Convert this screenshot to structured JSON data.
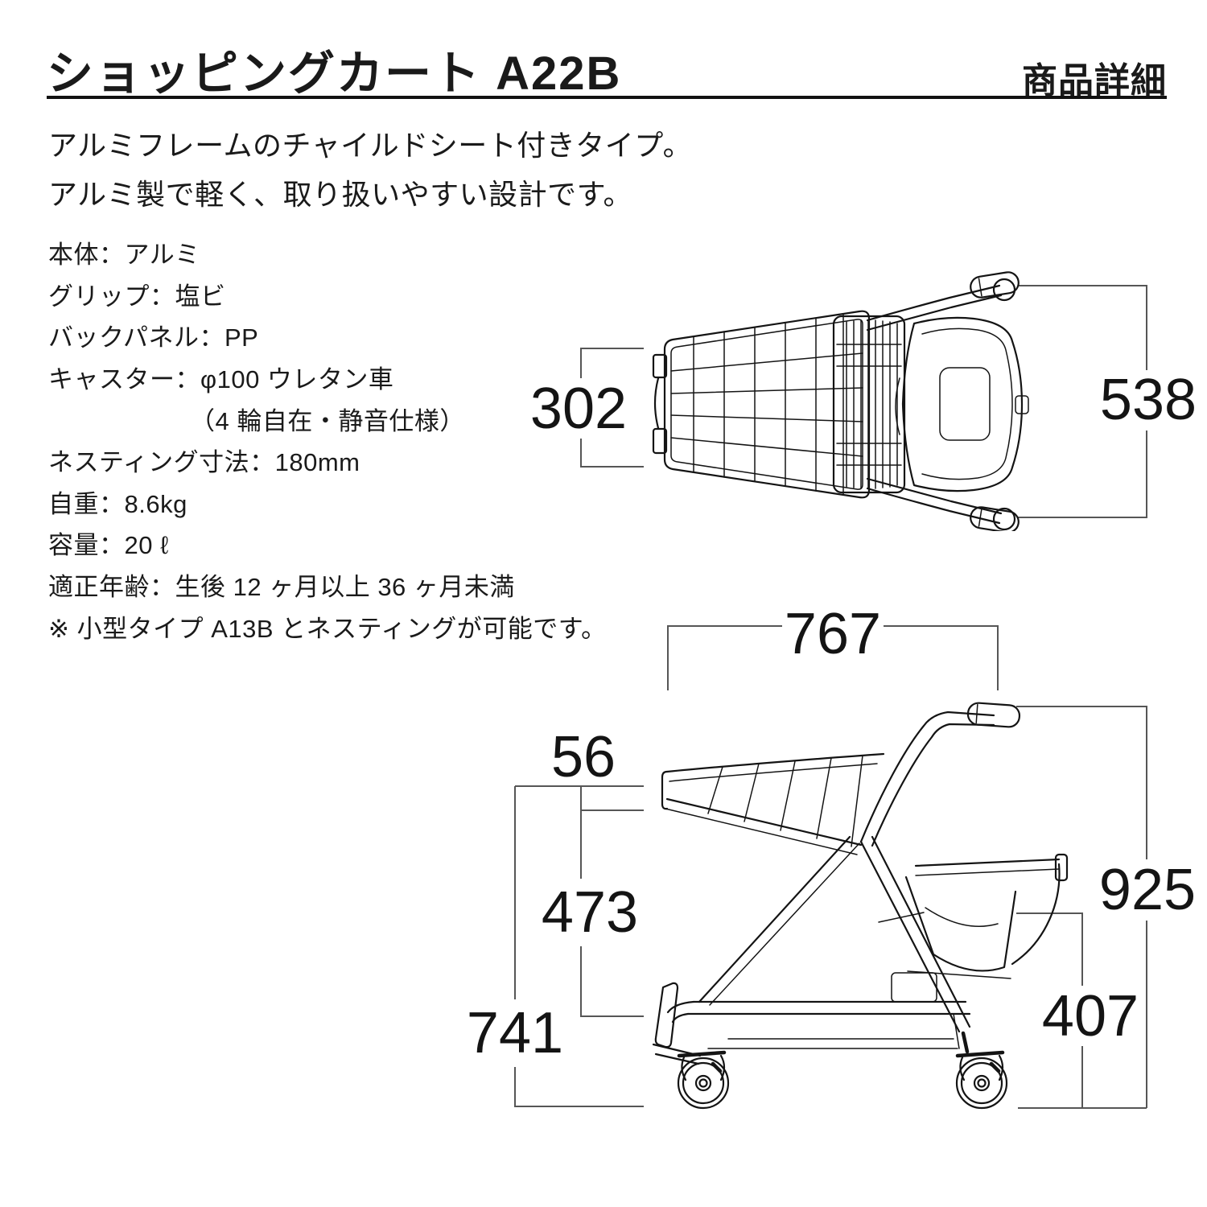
{
  "header": {
    "title": "ショッピングカート A22B",
    "corner_label": "商品詳細"
  },
  "description": [
    "アルミフレームのチャイルドシート付きタイプ。",
    "アルミ製で軽く、取り扱いやすい設計です。"
  ],
  "specs": [
    "本体：アルミ",
    "グリップ：塩ビ",
    "バックパネル：PP",
    "キャスター：φ100 ウレタン車",
    "（4 輪自在・静音仕様）",
    "ネスティング寸法：180mm",
    "自重：8.6kg",
    "容量：20 ℓ",
    "適正年齢：生後 12 ヶ月以上 36 ヶ月未満",
    "※ 小型タイプ A13B とネスティングが可能です。"
  ],
  "dimensions": {
    "unit": "mm",
    "top_view": {
      "front_width": "302",
      "overall_width": "538"
    },
    "side_view": {
      "overall_length": "767",
      "basket_lip": "56",
      "basket_to_base": "473",
      "basket_height": "741",
      "overall_height": "925",
      "undercarriage_height": "407"
    }
  },
  "colors": {
    "ink": "#141414",
    "dim_line": "#565656",
    "background": "#ffffff"
  }
}
